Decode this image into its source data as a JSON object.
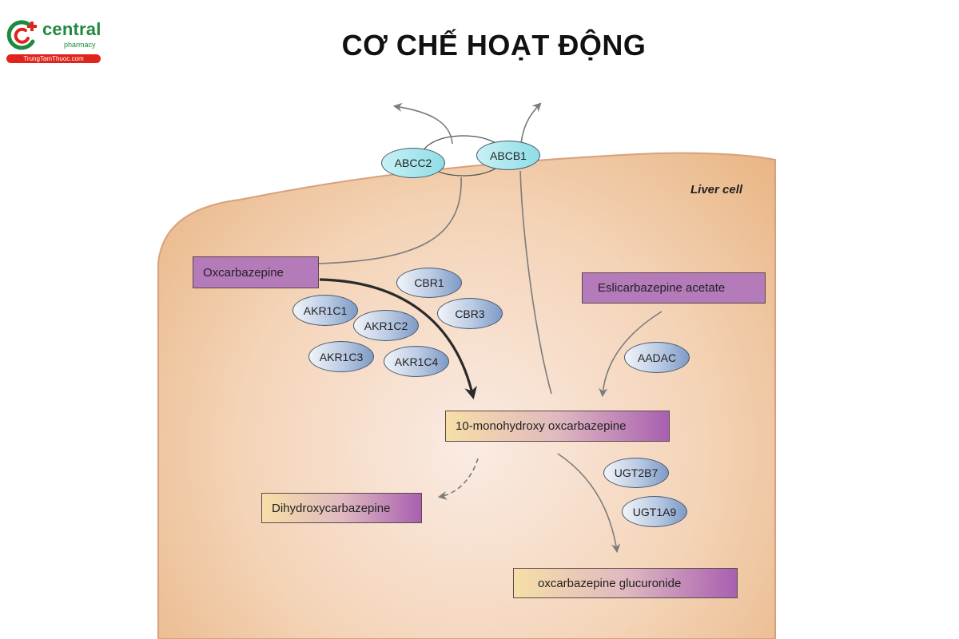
{
  "logo": {
    "wordmark": "central",
    "sub": "pharmacy",
    "tagline": "TrungTamThuoc.com",
    "colors": {
      "green": "#1e8a3e",
      "red": "#e0241b"
    }
  },
  "title": "CƠ CHẾ HOẠT ĐỘNG",
  "cell_label": "Liver cell",
  "transporters": {
    "abcc2": "ABCC2",
    "abcb1": "ABCB1"
  },
  "compounds": {
    "oxcarbazepine": "Oxcarbazepine",
    "eslicarbazepine_acetate": "Eslicarbazepine acetate",
    "mhd": "10-monohydroxy oxcarbazepine",
    "dihydroxy": "Dihydroxycarbazepine",
    "glucuronide": "oxcarbazepine glucuronide"
  },
  "enzymes": {
    "cbr1": "CBR1",
    "cbr3": "CBR3",
    "akr1c1": "AKR1C1",
    "akr1c2": "AKR1C2",
    "akr1c3": "AKR1C3",
    "akr1c4": "AKR1C4",
    "aadac": "AADAC",
    "ugt2b7": "UGT2B7",
    "ugt1a9": "UGT1A9"
  },
  "colors": {
    "cell_fill": "#ecbe8e",
    "cell_center": "#faebe3",
    "cell_border": "#d8a07c",
    "purple_box": "#b47ab9",
    "gradient_start": "#f6dfa6",
    "gradient_end": "#a860b0",
    "enzyme_blue": "#7e9ac6",
    "transporter_cyan": "#8fdde6",
    "arrow_gray": "#7b7b7b",
    "arrow_bold": "#2a2a2a"
  }
}
